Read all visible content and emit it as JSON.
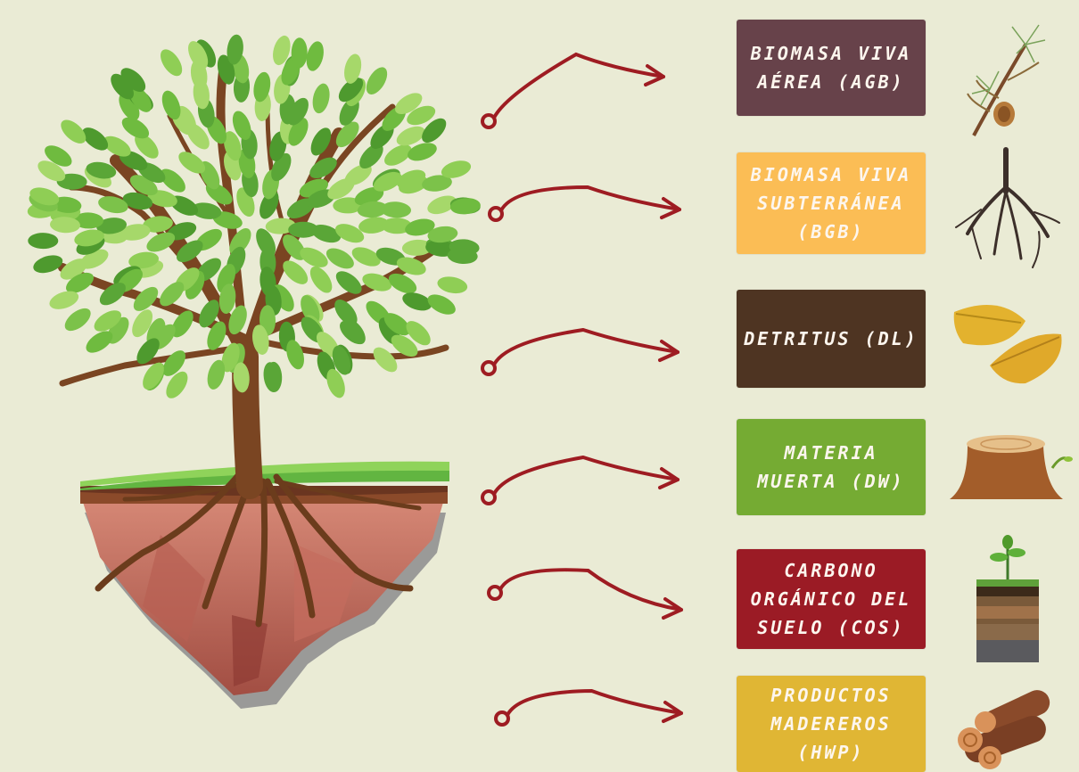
{
  "categories": [
    {
      "label": "BIOMASA VIVA\nAÉREA (AGB)",
      "color": "#67424a",
      "icon": "pine-branch-icon"
    },
    {
      "label": "BIOMASA VIVA\nSUBTERRÁNEA\n(BGB)",
      "color": "#fbbd55",
      "icon": "roots-icon"
    },
    {
      "label": "DETRITUS (DL)",
      "color": "#4e3422",
      "icon": "fallen-leaves-icon"
    },
    {
      "label": "MATERIA\nMUERTA (DW)",
      "color": "#75ab33",
      "icon": "tree-stump-icon"
    },
    {
      "label": "CARBONO\nORGÁNICO DEL\nSUELO (COS)",
      "color": "#9b1b25",
      "icon": "soil-profile-icon"
    },
    {
      "label": "PRODUCTOS\nMADEREROS\n(HWP)",
      "color": "#e0b634",
      "icon": "logs-icon"
    }
  ],
  "arrow_color": "#9e1c22"
}
